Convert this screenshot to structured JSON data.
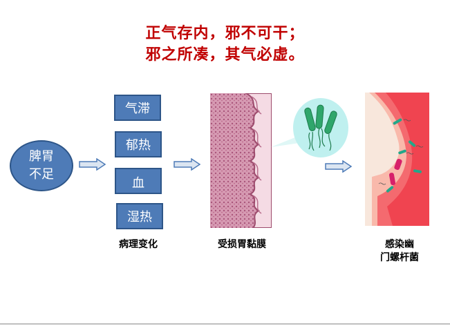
{
  "title": {
    "line1": "正气存内，邪不可干；",
    "line2": "邪之所凑，其气必虚。"
  },
  "cause": {
    "line1": "脾胃",
    "line2": "不足"
  },
  "pathology_boxes": [
    "气滞",
    "郁热",
    "血",
    "湿热"
  ],
  "captions": {
    "pathology": "病理变化",
    "mucosa": "受损胃黏膜",
    "infection_line1": "感染幽",
    "infection_line2": "门螺杆菌"
  },
  "icons": {
    "arrow": "right-arrow-icon",
    "mucosa": "gastric-mucosa-tissue-image",
    "bacteria": "helicobacter-pylori-bacteria-icon",
    "stomach": "infected-stomach-image"
  },
  "colors": {
    "title_red": "#c00000",
    "box_blue": "#4e7bb7",
    "box_border": "#2d5588",
    "bacteria_green": "#2fa66b",
    "bubble_cyan": "#bff0ef",
    "tissue_pink": "#c87a98"
  }
}
